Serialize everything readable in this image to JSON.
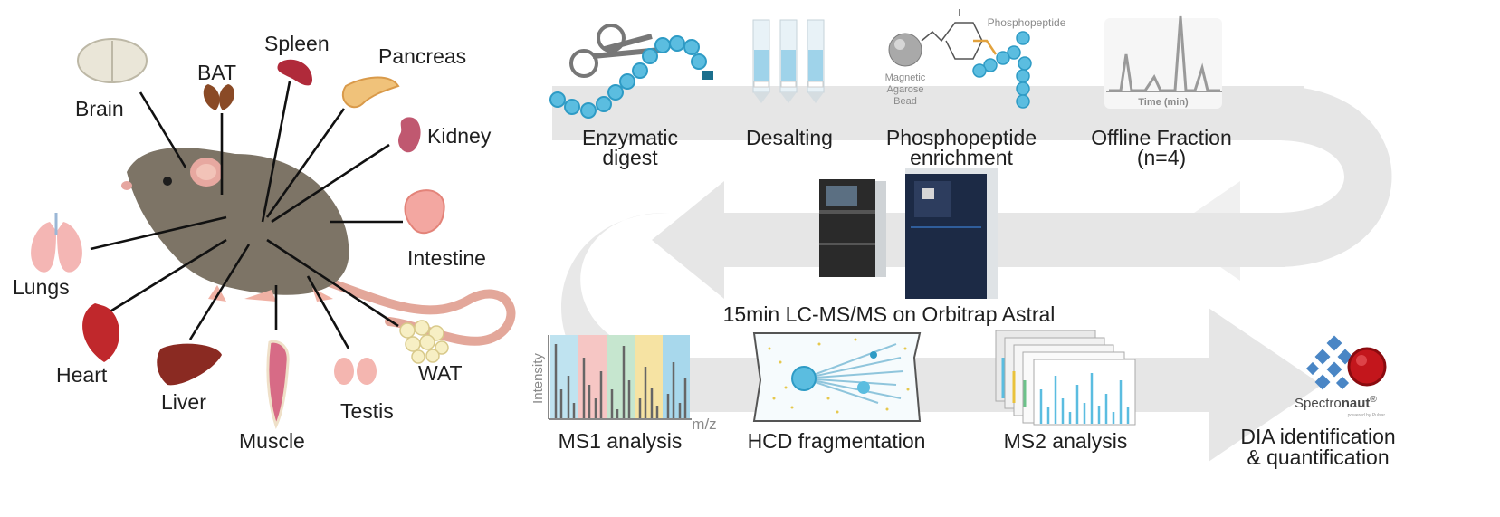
{
  "organs": {
    "brain": "Brain",
    "bat": "BAT",
    "spleen": "Spleen",
    "pancreas": "Pancreas",
    "kidney": "Kidney",
    "intestine": "Intestine",
    "lungs": "Lungs",
    "heart": "Heart",
    "liver": "Liver",
    "muscle": "Muscle",
    "testis": "Testis",
    "wat": "WAT"
  },
  "workflow": {
    "digest_line1": "Enzymatic",
    "digest_line2": "digest",
    "desalting": "Desalting",
    "enrich_line1": "Phosphopeptide",
    "enrich_line2": "enrichment",
    "fraction_line1": "Offline Fraction",
    "fraction_line2": "(n=4)",
    "lcms": "15min LC-MS/MS on Orbitrap Astral",
    "ms1": "MS1 analysis",
    "hcd": "HCD fragmentation",
    "ms2": "MS2 analysis",
    "dia_line1": "DIA identification",
    "dia_line2": "& quantification"
  },
  "annotations": {
    "bead_line1": "Magnetic",
    "bead_line2": "Agarose",
    "bead_line3": "Bead",
    "phosphopeptide": "Phosphopeptide",
    "time_axis": "Time (min)",
    "intensity_axis": "Intensity",
    "mz_axis": "m/z"
  },
  "software": {
    "name_part1": "Spectro",
    "name_part2": "naut",
    "registered": "®",
    "tagline": "powered by Pulsar"
  },
  "colors": {
    "flow_arrow": "#e6e6e6",
    "peptide_blue": "#5bbde0",
    "mouse_body": "#7d7466",
    "organ_pink": "#f2aeb0",
    "heart_red": "#c0282c"
  }
}
